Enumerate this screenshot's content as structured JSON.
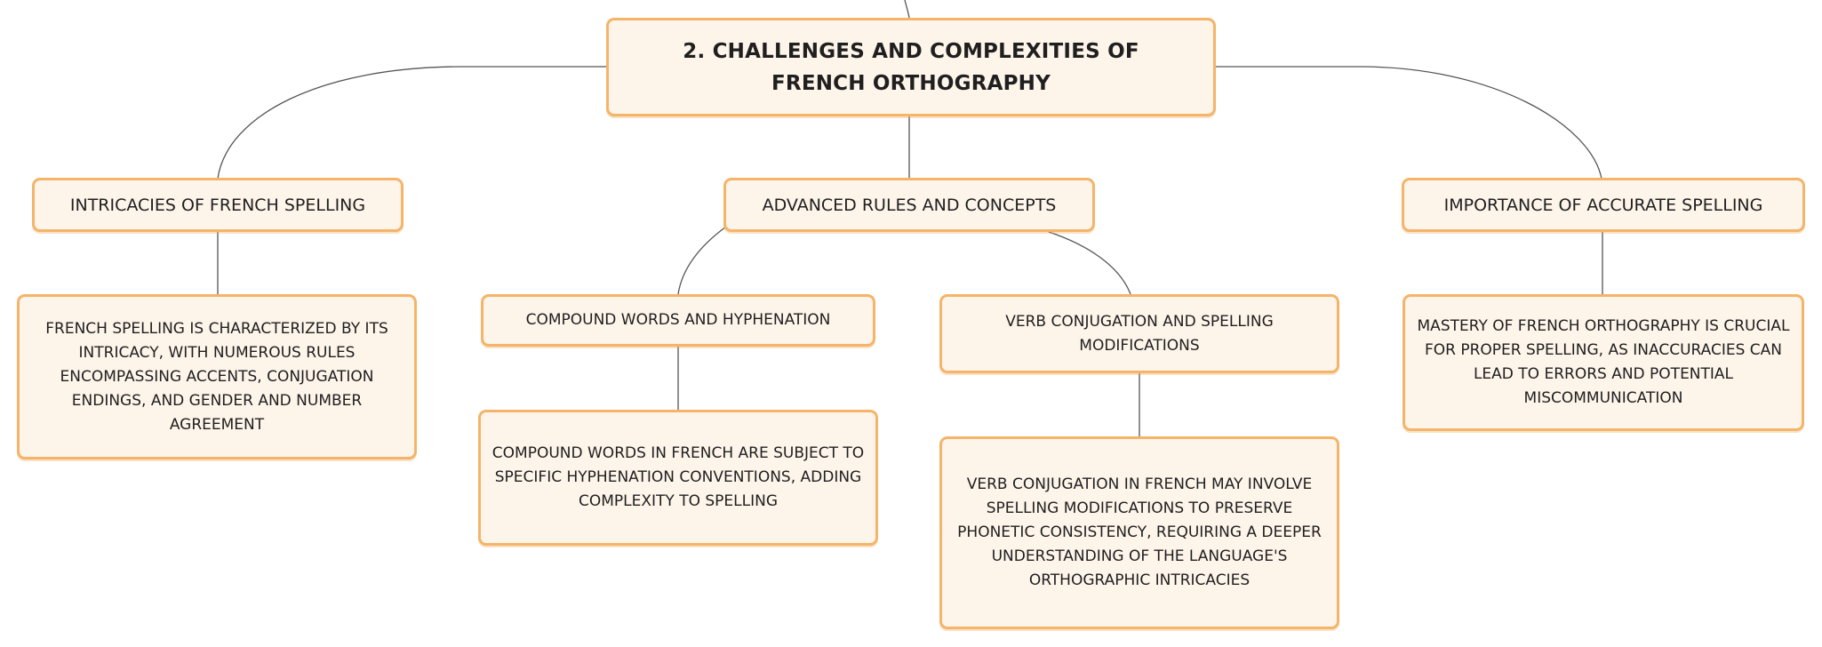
{
  "diagram": {
    "root": {
      "label": "2. CHALLENGES AND COMPLEXITIES OF FRENCH ORTHOGRAPHY"
    },
    "branches": [
      {
        "label": "INTRICACIES OF FRENCH SPELLING",
        "detail": "FRENCH SPELLING IS CHARACTERIZED BY ITS INTRICACY, WITH NUMEROUS RULES ENCOMPASSING ACCENTS, CONJUGATION ENDINGS, AND GENDER AND NUMBER AGREEMENT"
      },
      {
        "label": "ADVANCED RULES AND CONCEPTS",
        "children": [
          {
            "label": "COMPOUND WORDS AND HYPHENATION",
            "detail": "COMPOUND WORDS IN FRENCH ARE SUBJECT TO SPECIFIC HYPHENATION CONVENTIONS, ADDING COMPLEXITY TO SPELLING"
          },
          {
            "label": "VERB CONJUGATION AND SPELLING MODIFICATIONS",
            "detail": "VERB CONJUGATION IN FRENCH MAY INVOLVE SPELLING MODIFICATIONS TO PRESERVE PHONETIC CONSISTENCY, REQUIRING A DEEPER UNDERSTANDING OF THE LANGUAGE'S ORTHOGRAPHIC INTRICACIES"
          }
        ]
      },
      {
        "label": "IMPORTANCE OF ACCURATE SPELLING",
        "detail": "MASTERY OF FRENCH ORTHOGRAPHY IS CRUCIAL FOR PROPER SPELLING, AS INACCURACIES CAN LEAD TO ERRORS AND POTENTIAL MISCOMMUNICATION"
      }
    ]
  },
  "colors": {
    "node_fill": "#fdf4ea",
    "node_border": "#f4b469",
    "connector": "#555555",
    "text": "#1f1f1f"
  }
}
